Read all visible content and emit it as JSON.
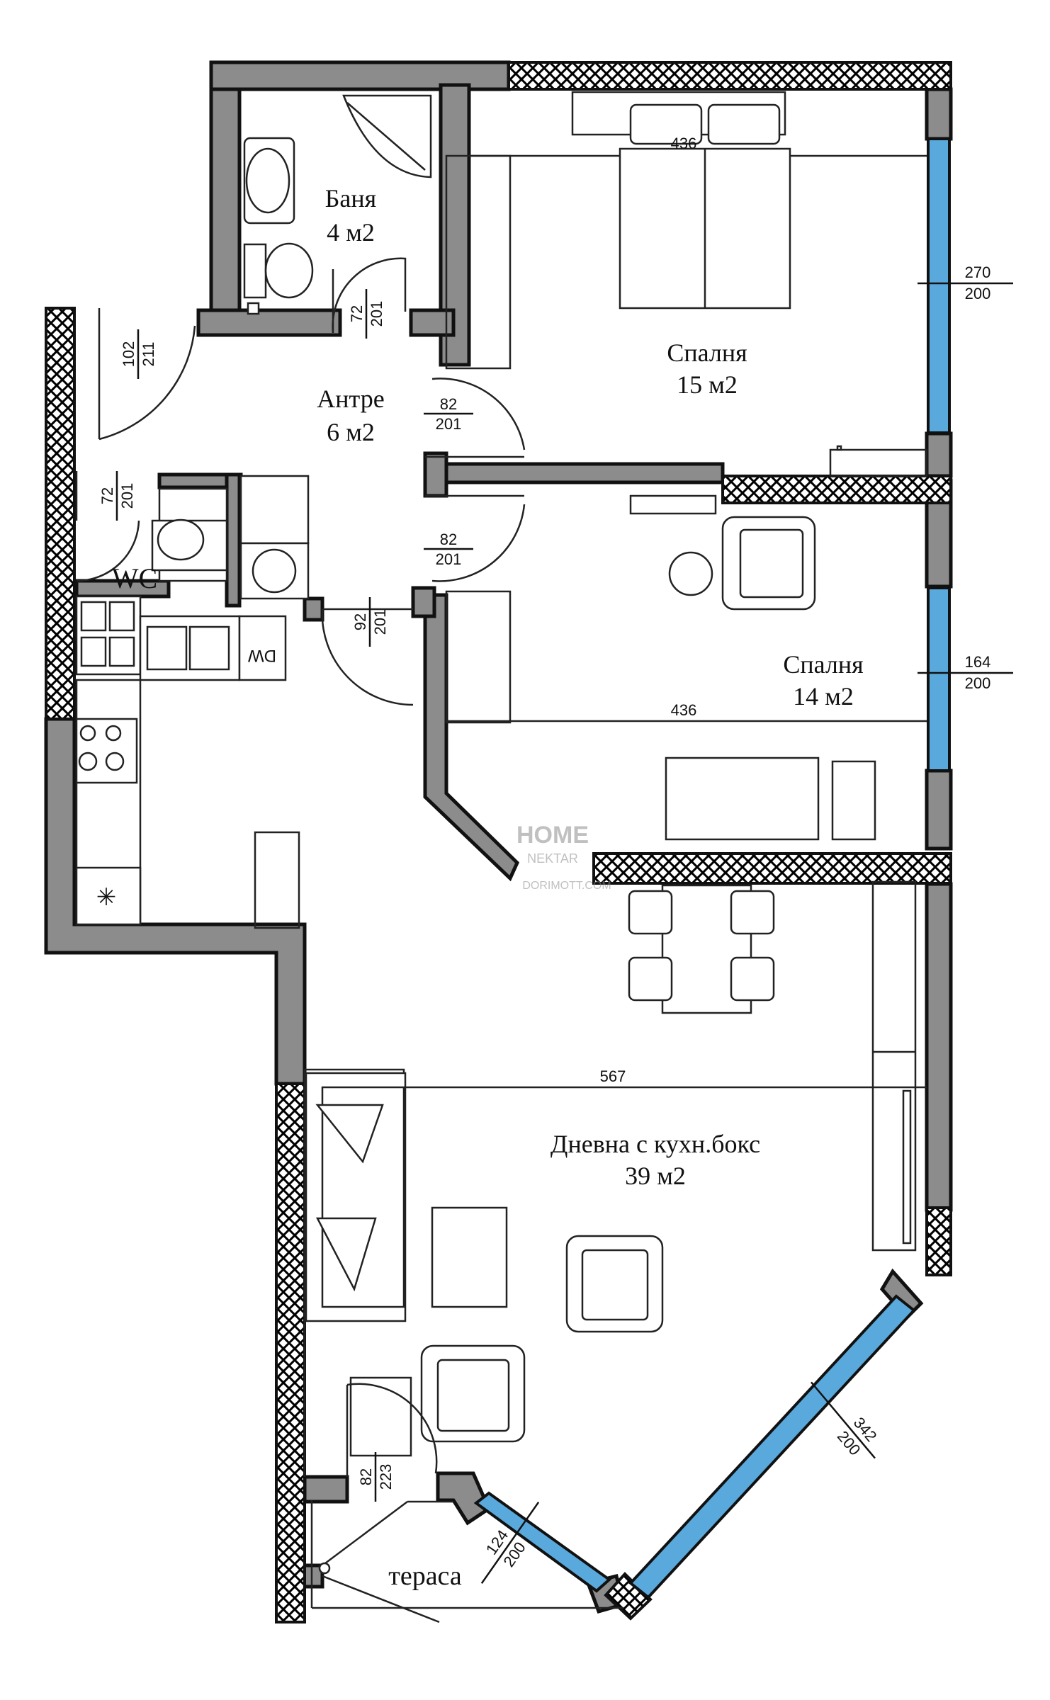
{
  "rooms": {
    "bath": {
      "name": "Баня",
      "area": "4 м2"
    },
    "hall": {
      "name": "Антре",
      "area": "6 м2"
    },
    "wc": {
      "name": "WC"
    },
    "bed1": {
      "name": "Спалня",
      "area": "15 м2"
    },
    "bed2": {
      "name": "Спалня",
      "area": "14 м2"
    },
    "living": {
      "name": "Дневна с кухн.бокс",
      "area": "39 м2"
    },
    "terrace": {
      "name": "тераса"
    }
  },
  "doors": {
    "entry": {
      "w": "102",
      "h": "211"
    },
    "bath": {
      "w": "72",
      "h": "201"
    },
    "wc": {
      "w": "72",
      "h": "201"
    },
    "bed1": {
      "w": "82",
      "h": "201"
    },
    "bed2": {
      "w": "82",
      "h": "201"
    },
    "living": {
      "w": "92",
      "h": "201"
    },
    "terrace": {
      "w": "82",
      "h": "223"
    }
  },
  "windows": {
    "bed1": {
      "w": "270",
      "h": "200"
    },
    "bed2": {
      "w": "164",
      "h": "200"
    },
    "living": {
      "w": "342",
      "h": "200"
    },
    "terrace": {
      "w": "124",
      "h": "200"
    }
  },
  "dimensions": {
    "bed1_width": "436",
    "bed2_width": "436",
    "living_width": "567"
  },
  "appliance_label": "DW",
  "watermark": {
    "line1": "HOME",
    "line2": "NEKTAR",
    "line3": "DORIMOTT.COM"
  },
  "colors": {
    "wall": "#8c8c8c",
    "wall_edge": "#111111",
    "glass": "#5aa9dd"
  }
}
